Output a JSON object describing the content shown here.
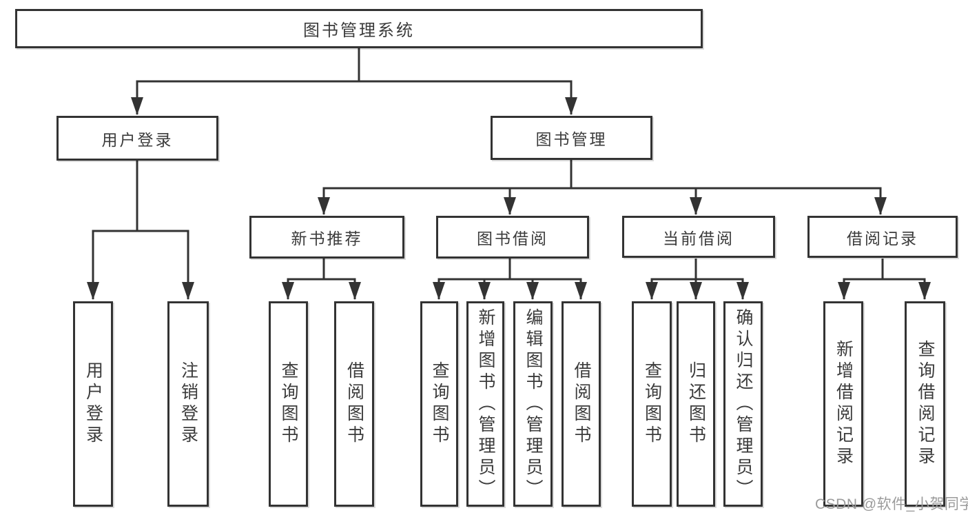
{
  "tree": {
    "root": "图书管理系统",
    "user_login": {
      "label": "用户登录",
      "children": [
        "用户登录",
        "注销登录"
      ]
    },
    "book_mgmt": {
      "label": "图书管理",
      "sections": {
        "new_book_rec": {
          "label": "新书推荐",
          "children": [
            "查询图书",
            "借阅图书"
          ]
        },
        "book_borrow": {
          "label": "图书借阅",
          "children": [
            "查询图书",
            "新增图书（管理员）",
            "编辑图书（管理员）",
            "借阅图书"
          ]
        },
        "current_borrow": {
          "label": "当前借阅",
          "children": [
            "查询图书",
            "归还图书",
            "确认归还（管理员）"
          ]
        },
        "borrow_records": {
          "label": "借阅记录",
          "children": [
            "新增借阅记录",
            "查询借阅记录"
          ]
        }
      }
    }
  },
  "watermark": "CSDN @软件_小贺同学",
  "colors": {
    "line": "#333333",
    "text": "#3b3b3b",
    "box-bg": "#ffffff",
    "watermark": "#9b9b9b",
    "background": "#ffffff"
  }
}
